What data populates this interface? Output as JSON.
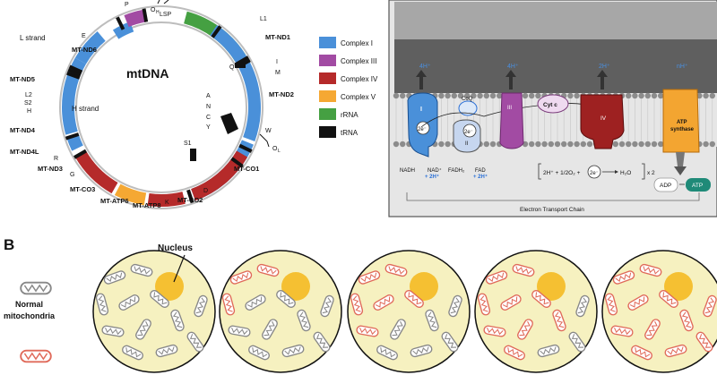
{
  "panel_b_label": "B",
  "mtdna": {
    "title": "mtDNA",
    "l_strand": "L strand",
    "h_strand": "H strand",
    "genes": {
      "MT-ND1": "MT-ND1",
      "MT-ND2": "MT-ND2",
      "MT-CO1": "MT-CO1",
      "MT-CO2": "MT-CO2",
      "MT-ATP8": "MT-ATP8",
      "MT-ATP6": "MT-ATP6",
      "MT-CO3": "MT-CO3",
      "MT-ND3": "MT-ND3",
      "MT-ND4L": "MT-ND4L",
      "MT-ND4": "MT-ND4",
      "MT-ND5": "MT-ND5",
      "MT-ND6": "MT-ND6"
    },
    "trna": {
      "P": "P",
      "L1": "L1",
      "I": "I",
      "M": "M",
      "Q": "Q",
      "W": "W",
      "A": "A",
      "N": "N",
      "C": "C",
      "Y": "Y",
      "S1": "S1",
      "D": "D",
      "K": "K",
      "G": "G",
      "R": "R",
      "H": "H",
      "S2": "S2",
      "L2": "L2",
      "E": "E"
    },
    "origins": {
      "OH": "O",
      "OH_sub": "H",
      "LSP": "LSP",
      "OL": "O",
      "OL_sub": "L"
    }
  },
  "legend": [
    {
      "label": "Complex I",
      "color": "#4a90d9"
    },
    {
      "label": "Complex III",
      "color": "#a24ba3"
    },
    {
      "label": "Complex IV",
      "color": "#b52a2a"
    },
    {
      "label": "Complex V",
      "color": "#f5a833"
    },
    {
      "label": "rRNA",
      "color": "#45a042"
    },
    {
      "label": "tRNA",
      "color": "#111111"
    }
  ],
  "etc": {
    "caption": "Electron Transport Chain",
    "h_plus": "4H⁺",
    "h_plus_3": "4H⁺",
    "h_plus_4": "2H⁺",
    "h_plus_5": "nH⁺",
    "c1": "I",
    "c2": "II",
    "c3": "III",
    "c4": "IV",
    "coq": "CoQ",
    "cytc": "Cyt c",
    "e_minus": "2e⁻",
    "atp_synthase": "ATP synthase",
    "nadh": "NADH",
    "nad": "NAD⁺",
    "nad_h": "+ 2H⁺",
    "fadh2": "FADH₂",
    "fad": "FAD",
    "fad_h": "+ 2H⁺",
    "eq_a": "2H⁺ + 1/2O₂ +",
    "eq_b": "H₂O",
    "eq_c": "x 2",
    "adp": "ADP",
    "atp": "ATP"
  },
  "panel_b": {
    "nucleus": "Nucleus",
    "normal_1": "Normal",
    "normal_2": "mitochondria",
    "cells": [
      {
        "mito_color": "#888888",
        "red_fraction": 0
      },
      {
        "mito_color": "#e06a5a",
        "red_fraction": 0.25
      },
      {
        "mito_color": "#e06a5a",
        "red_fraction": 0.5
      },
      {
        "mito_color": "#e06a5a",
        "red_fraction": 0.75
      },
      {
        "mito_color": "#e06a5a",
        "red_fraction": 1
      }
    ]
  }
}
